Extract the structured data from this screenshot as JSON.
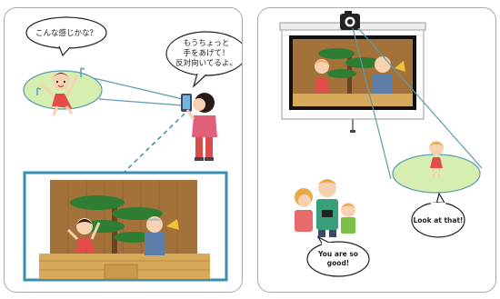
{
  "left_scene": {
    "bubble_dancer": "こんな感じかな？",
    "bubble_photographer_lines": [
      "もうちょっと",
      "手をあげて！",
      "反対向いてるよ。"
    ]
  },
  "right_scene": {
    "bubble_girl": "Look at that!",
    "bubble_family_lines": [
      "You are so",
      "good!"
    ]
  },
  "colors": {
    "panel_border": "#a9a9a9",
    "frame_blue": "#3a8fb0",
    "ellipse_green": "#d6efb0",
    "stage_wood": "#d7a95a",
    "backdrop_brown": "#a2723a",
    "pine_green": "#2e7d32"
  }
}
